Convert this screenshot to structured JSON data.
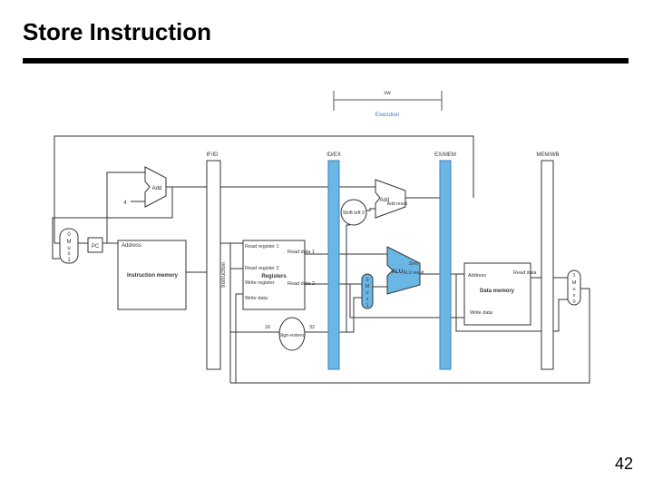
{
  "slide": {
    "title": "Store Instruction",
    "page_number": "42"
  },
  "diagram": {
    "stage_top": {
      "instruction": "sw",
      "stage": "Execution"
    },
    "pipeline_registers": [
      "IF/ID",
      "ID/EX",
      "EX/MEM",
      "MEM/WB"
    ],
    "labels": {
      "pc": "PC",
      "add_pc": "Add",
      "four": "4",
      "add_branch": "Add",
      "add_result": "Add result",
      "shift_left": "Shift left 2",
      "instruction_word": "Instruction",
      "address": "Address",
      "instruction_memory": "Instruction memory",
      "read_register_1": "Read register 1",
      "read_register_2": "Read register 2",
      "write_register": "Write register",
      "write_data": "Write data",
      "read_data_1": "Read data 1",
      "read_data_2": "Read data 2",
      "registers": "Registers",
      "alu": "ALU",
      "zero": "Zero",
      "alu_result": "ALU result",
      "mux_letters": [
        "0",
        "M",
        "u",
        "x",
        "1"
      ],
      "sign_extend": "Sign-extend",
      "bits_16": "16",
      "bits_32": "32",
      "data_address": "Address",
      "read_data": "Read data",
      "data_memory": "Data memory",
      "data_write_data": "Write data"
    },
    "colors": {
      "highlight": "#6ab7e6",
      "line": "#333333"
    }
  }
}
